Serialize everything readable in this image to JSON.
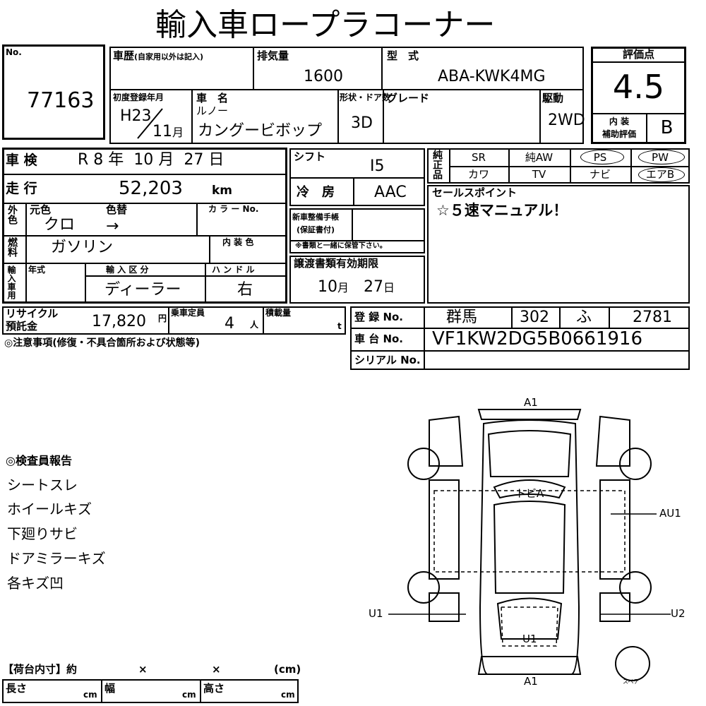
{
  "title": "輸入車ロープラコーナー",
  "lot": {
    "label": "No.",
    "number": "77163"
  },
  "history": {
    "label": "車歴",
    "note": "(自家用以外は記入)"
  },
  "displacement": {
    "label": "排気量",
    "value": "1600"
  },
  "model_type": {
    "label": "型　式",
    "value": "ABA-KWK4MG"
  },
  "rating": {
    "label": "評価点",
    "score": "4.5",
    "interior_label_1": "内 装",
    "interior_label_2": "補助評価",
    "interior": "B"
  },
  "first_reg": {
    "label": "初度登録年月",
    "year": "H23",
    "month": "11",
    "month_unit": "月"
  },
  "car_name": {
    "label": "車　名",
    "maker": "ルノー",
    "name": "カングービボップ"
  },
  "body": {
    "label": "形状・ドア数",
    "value": "3D"
  },
  "grade": {
    "label": "グレード",
    "value": ""
  },
  "drive": {
    "label": "駆動",
    "value": "2WD"
  },
  "inspection": {
    "label": "車 検",
    "era": "R",
    "year": "8",
    "y_unit": "年",
    "month": "10",
    "m_unit": "月",
    "day": "27",
    "d_unit": "日"
  },
  "shift": {
    "label": "シフト",
    "value": "I5"
  },
  "options": {
    "label": "純正品",
    "row1": [
      "SR",
      "純AW",
      "PS",
      "PW"
    ],
    "row2": [
      "カワ",
      "TV",
      "ナビ",
      "エアB"
    ]
  },
  "mileage": {
    "label": "走 行",
    "value": "52,203",
    "unit": "km"
  },
  "ac": {
    "label": "冷　房",
    "value": "AAC"
  },
  "sales_point": {
    "label": "セールスポイント",
    "text": "☆５速マニュアル！"
  },
  "color": {
    "side_label": "外色",
    "orig_label": "元色",
    "change_label": "色替",
    "orig": "クロ",
    "change": "→",
    "code_label": "カ ラ ー No."
  },
  "manual": {
    "label_1": "新車整備手帳",
    "label_2": "(保証書付)",
    "note": "※書類と一緒に保管下さい。"
  },
  "fuel": {
    "label": "燃料",
    "value": "ガソリン"
  },
  "interior_color": {
    "label": "内 装 色",
    "value": ""
  },
  "import": {
    "side_label": "輸入車用",
    "year_label": "年式",
    "kind_label": "輸 入 区 分",
    "kind": "ディーラー",
    "handle_label": "ハ ン ド ル",
    "handle": "右"
  },
  "transfer": {
    "label": "譲渡書類有効期限",
    "month": "10",
    "m_unit": "月",
    "day": "27",
    "d_unit": "日"
  },
  "recycle": {
    "label_1": "リサイクル",
    "label_2": "預託金",
    "value": "17,820",
    "unit": "円"
  },
  "capacity": {
    "label": "乗車定員",
    "value": "4",
    "unit": "人"
  },
  "load": {
    "label": "積載量",
    "unit": "t"
  },
  "notice": {
    "label": "◎注意事項(修復・不具合箇所および状態等)"
  },
  "registration": {
    "label": "登 録 No.",
    "area": "群馬",
    "class": "302",
    "kana": "ふ",
    "number": "2781"
  },
  "chassis": {
    "label": "車 台 No.",
    "value": "VF1KW2DG5B0661916"
  },
  "serial": {
    "label": "シリアル No.",
    "value": ""
  },
  "inspector": {
    "label": "◎検査員報告",
    "items": [
      "シートスレ",
      "ホイールキズ",
      "下廻りサビ",
      "ドアミラーキズ",
      "各キズ凹"
    ]
  },
  "diagram": {
    "front": "A1",
    "rear": "A1",
    "roof": "トビA",
    "side_right": "AU1",
    "left_rear": "U1",
    "right_rear": "U2",
    "tailgate": "U1",
    "spare": "スペア"
  },
  "cargo": {
    "label": "【荷台内寸】約",
    "x1": "×",
    "x2": "×",
    "unit": "(cm)",
    "length": "長さ",
    "width": "幅",
    "height": "高さ",
    "cm": "cm"
  }
}
